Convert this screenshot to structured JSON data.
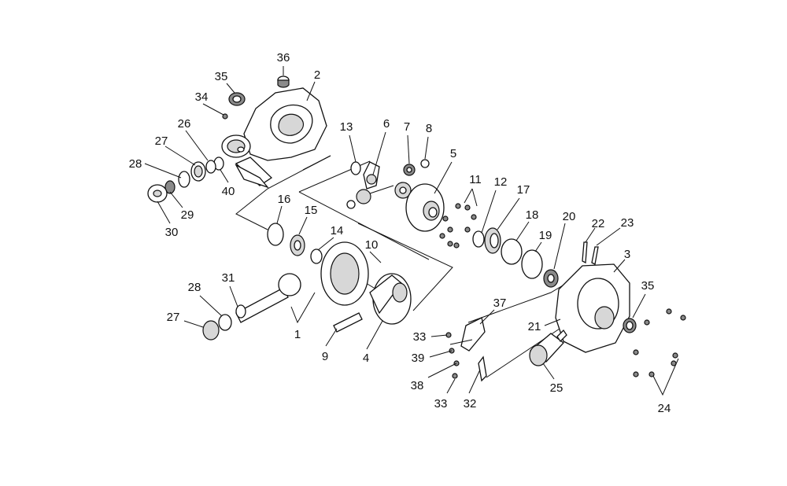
{
  "diagram": {
    "callouts": [
      {
        "id": "c36",
        "text": "36"
      },
      {
        "id": "c35a",
        "text": "35"
      },
      {
        "id": "c2",
        "text": "2"
      },
      {
        "id": "c34",
        "text": "34"
      },
      {
        "id": "c26",
        "text": "26"
      },
      {
        "id": "c27a",
        "text": "27"
      },
      {
        "id": "c28a",
        "text": "28"
      },
      {
        "id": "c29",
        "text": "29"
      },
      {
        "id": "c30",
        "text": "30"
      },
      {
        "id": "c40",
        "text": "40"
      },
      {
        "id": "c13",
        "text": "13"
      },
      {
        "id": "c6",
        "text": "6"
      },
      {
        "id": "c7",
        "text": "7"
      },
      {
        "id": "c8",
        "text": "8"
      },
      {
        "id": "c5",
        "text": "5"
      },
      {
        "id": "c11",
        "text": "11"
      },
      {
        "id": "c12",
        "text": "12"
      },
      {
        "id": "c17",
        "text": "17"
      },
      {
        "id": "c16",
        "text": "16"
      },
      {
        "id": "c15",
        "text": "15"
      },
      {
        "id": "c14",
        "text": "14"
      },
      {
        "id": "c10",
        "text": "10"
      },
      {
        "id": "c18",
        "text": "18"
      },
      {
        "id": "c19",
        "text": "19"
      },
      {
        "id": "c20",
        "text": "20"
      },
      {
        "id": "c22",
        "text": "22"
      },
      {
        "id": "c23",
        "text": "23"
      },
      {
        "id": "c3",
        "text": "3"
      },
      {
        "id": "c35b",
        "text": "35"
      },
      {
        "id": "c28b",
        "text": "28"
      },
      {
        "id": "c31",
        "text": "31"
      },
      {
        "id": "c27b",
        "text": "27"
      },
      {
        "id": "c1",
        "text": "1"
      },
      {
        "id": "c9",
        "text": "9"
      },
      {
        "id": "c4",
        "text": "4"
      },
      {
        "id": "c37",
        "text": "37"
      },
      {
        "id": "c33a",
        "text": "33"
      },
      {
        "id": "c39",
        "text": "39"
      },
      {
        "id": "c38",
        "text": "38"
      },
      {
        "id": "c33b",
        "text": "33"
      },
      {
        "id": "c32",
        "text": "32"
      },
      {
        "id": "c21",
        "text": "21"
      },
      {
        "id": "c25",
        "text": "25"
      },
      {
        "id": "c24",
        "text": "24"
      }
    ]
  }
}
